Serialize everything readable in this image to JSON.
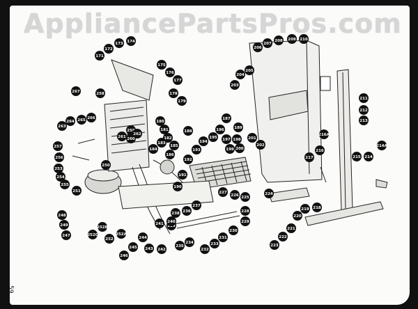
{
  "watermark": "AppliancePartsPros.com",
  "section_title": "SEALED SYSTEM PARTS",
  "page_number": "59",
  "callouts": [
    "171",
    "172",
    "173",
    "174",
    "175",
    "176",
    "177",
    "178",
    "179",
    "180",
    "181",
    "182",
    "183",
    "184",
    "185",
    "186",
    "187",
    "188",
    "189",
    "190",
    "191",
    "192",
    "193",
    "194",
    "195",
    "196",
    "197",
    "198",
    "199",
    "200",
    "201",
    "202",
    "203",
    "204",
    "205",
    "206",
    "207",
    "208",
    "209",
    "210",
    "211",
    "212",
    "213",
    "214",
    "214A",
    "215",
    "216",
    "216A",
    "217",
    "218",
    "219",
    "220",
    "221",
    "222",
    "223",
    "224",
    "225",
    "226",
    "227",
    "228",
    "229",
    "230",
    "231",
    "232",
    "233",
    "234",
    "235",
    "236",
    "237",
    "238",
    "239",
    "240",
    "241",
    "242",
    "243",
    "244",
    "245",
    "246",
    "247",
    "248",
    "249",
    "250",
    "251",
    "252",
    "252A",
    "252B",
    "252C",
    "253",
    "254",
    "255",
    "256",
    "257",
    "258",
    "259",
    "260",
    "261",
    "262",
    "263",
    "264",
    "265",
    "266",
    "267"
  ]
}
